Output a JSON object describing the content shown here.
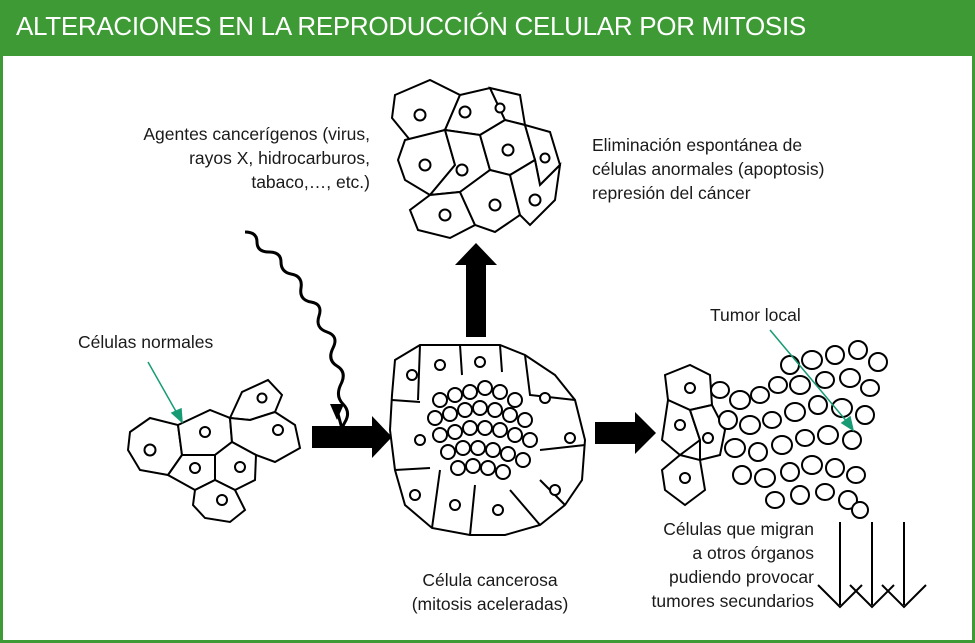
{
  "title": "ALTERACIONES EN LA REPRODUCCIÓN CELULAR POR MITOSIS",
  "colors": {
    "accent": "#3e9a35",
    "pointer": "#169b74",
    "ink": "#000000"
  },
  "labels": {
    "agents": [
      "Agentes cancerígenos (virus,",
      "rayos X, hidrocarburos,",
      "tabaco,…, etc.)"
    ],
    "elimination": [
      "Eliminación espontánea de",
      "células anormales (apoptosis)",
      "represión del cáncer"
    ],
    "normal_cells": "Células normales",
    "cancer_cell": [
      "Célula cancerosa",
      "(mitosis aceleradas)"
    ],
    "local_tumor": "Tumor local",
    "migrating": [
      "Células que migran",
      "a otros órganos",
      "pudiendo provocar",
      "tumores secundarios"
    ]
  }
}
